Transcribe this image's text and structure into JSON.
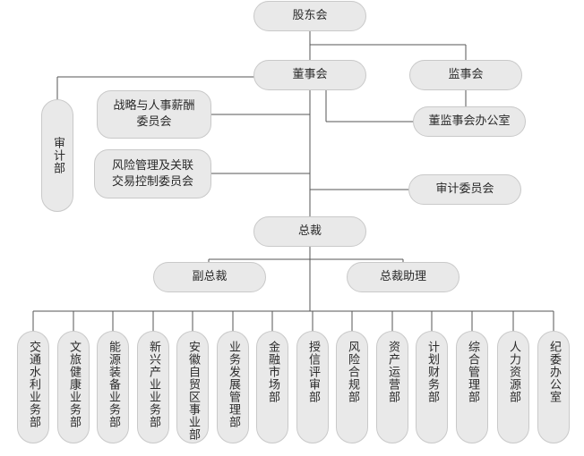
{
  "nodes": {
    "shareholders": "股东会",
    "board": "董事会",
    "supervisors": "监事会",
    "supervisor_office": "董监事会办公室",
    "strategy_committee": "战略与人事薪酬\n委员会",
    "risk_committee": "风险管理及关联\n交易控制委员会",
    "audit_committee": "审计委员会",
    "audit_dept": "审计部",
    "president": "总裁",
    "vice_president": "副总裁",
    "president_assistant": "总裁助理"
  },
  "departments": [
    "交通水利业务部",
    "文旅健康业务部",
    "能源装备业务部",
    "新兴产业业务部",
    "安徽自贸区事业部",
    "业务发展管理部",
    "金融市场部",
    "授信评审部",
    "风险合规部",
    "资产运营部",
    "计划财务部",
    "综合管理部",
    "人力资源部",
    "纪委办公室"
  ]
}
